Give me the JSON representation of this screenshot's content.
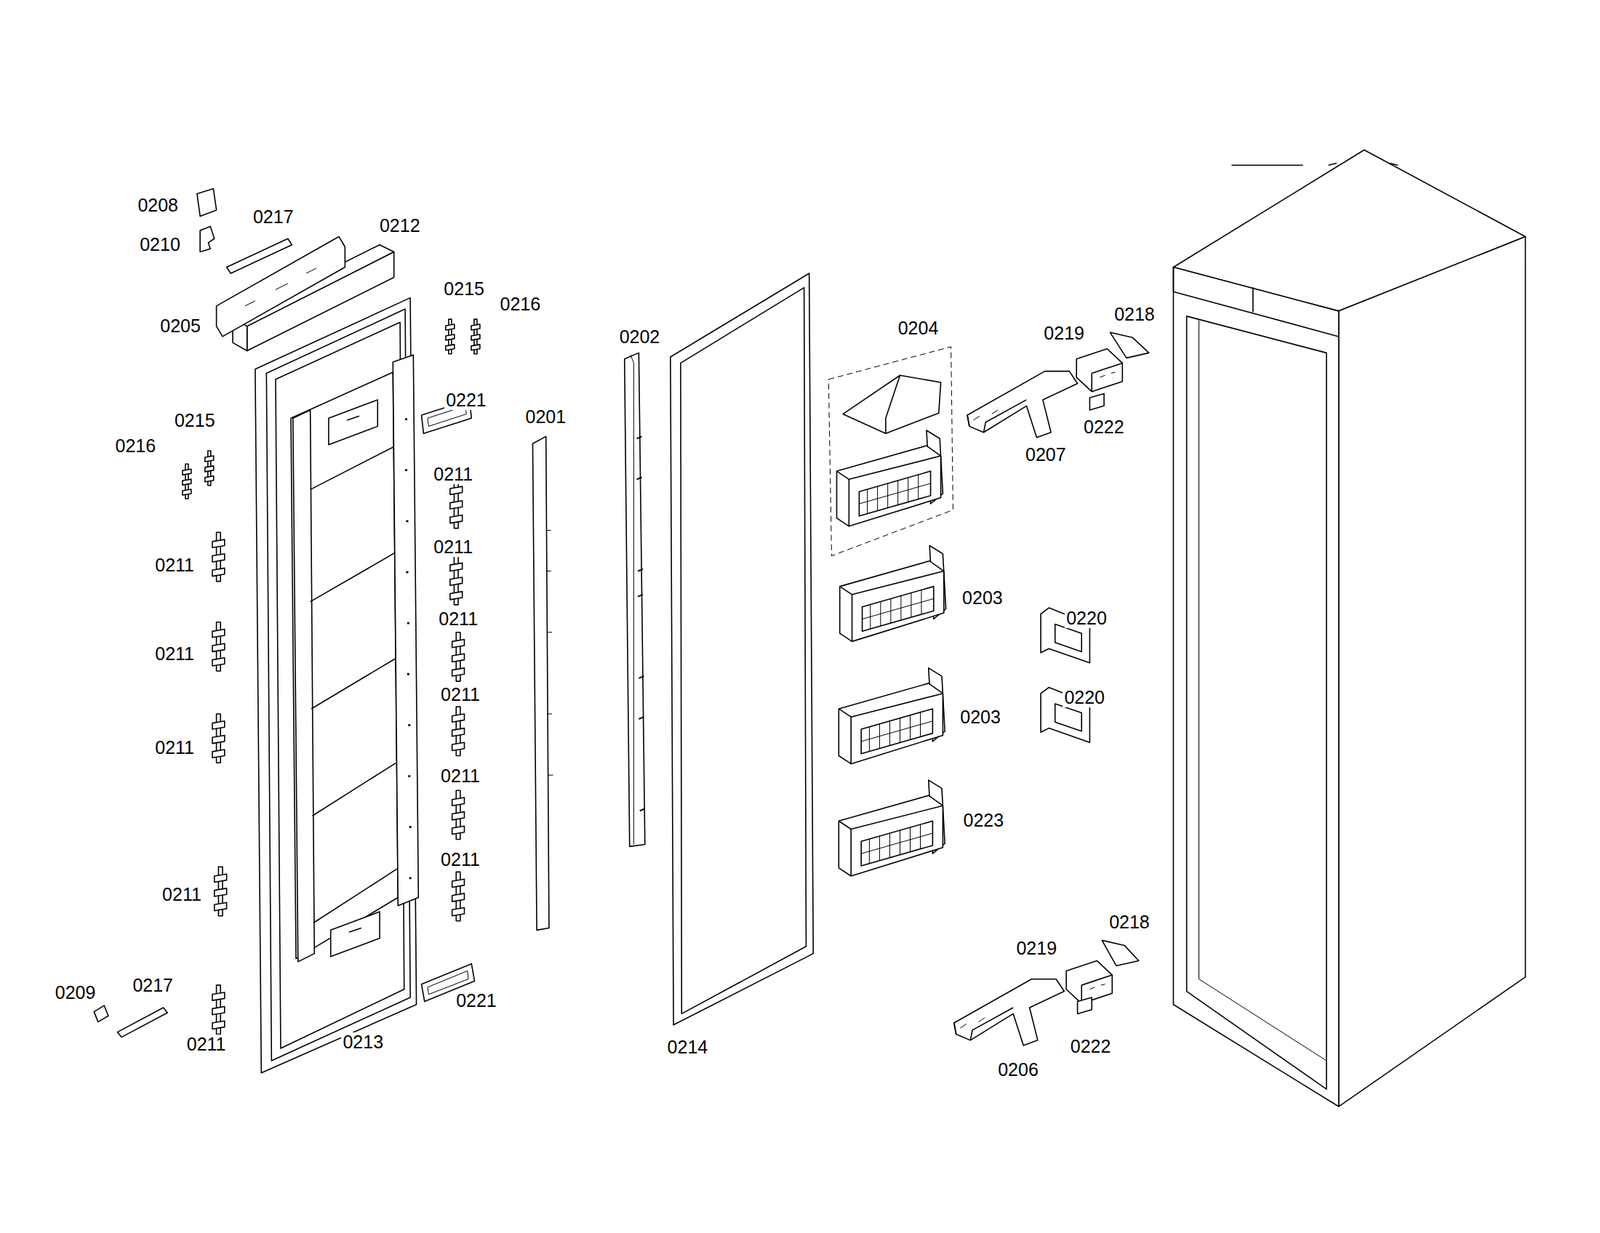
{
  "diagram": {
    "labels": [
      "0208",
      "0217",
      "0212",
      "0210",
      "0205",
      "0215",
      "0216",
      "0202",
      "0204",
      "0219",
      "0218",
      "0221",
      "0215",
      "0201",
      "0216",
      "0222",
      "0207",
      "0211",
      "0211",
      "0211",
      "0203",
      "0211",
      "0220",
      "0211",
      "0211",
      "0220",
      "0203",
      "0211",
      "0211",
      "0223",
      "0211",
      "0211",
      "0219",
      "0218",
      "0209",
      "0217",
      "0221",
      "0211",
      "0213",
      "0214",
      "0222",
      "0206"
    ]
  }
}
